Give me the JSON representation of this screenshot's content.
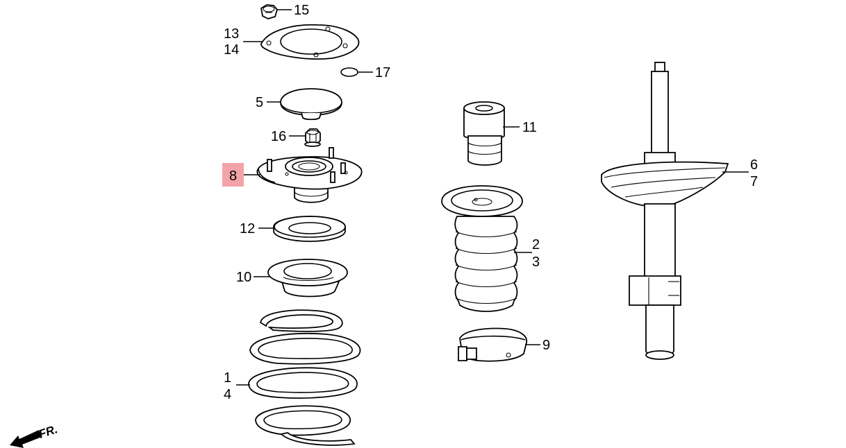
{
  "diagram": {
    "callouts": {
      "c15": "15",
      "c13": "13",
      "c14": "14",
      "c17": "17",
      "c5": "5",
      "c16": "16",
      "c8": "8",
      "c12": "12",
      "c10": "10",
      "c1": "1",
      "c4": "4",
      "c11": "11",
      "c2": "2",
      "c3": "3",
      "c9": "9",
      "c6": "6",
      "c7": "7"
    },
    "highlighted_callout": "8",
    "highlight_color": "#f4a3a8",
    "direction_marker": "FR."
  }
}
